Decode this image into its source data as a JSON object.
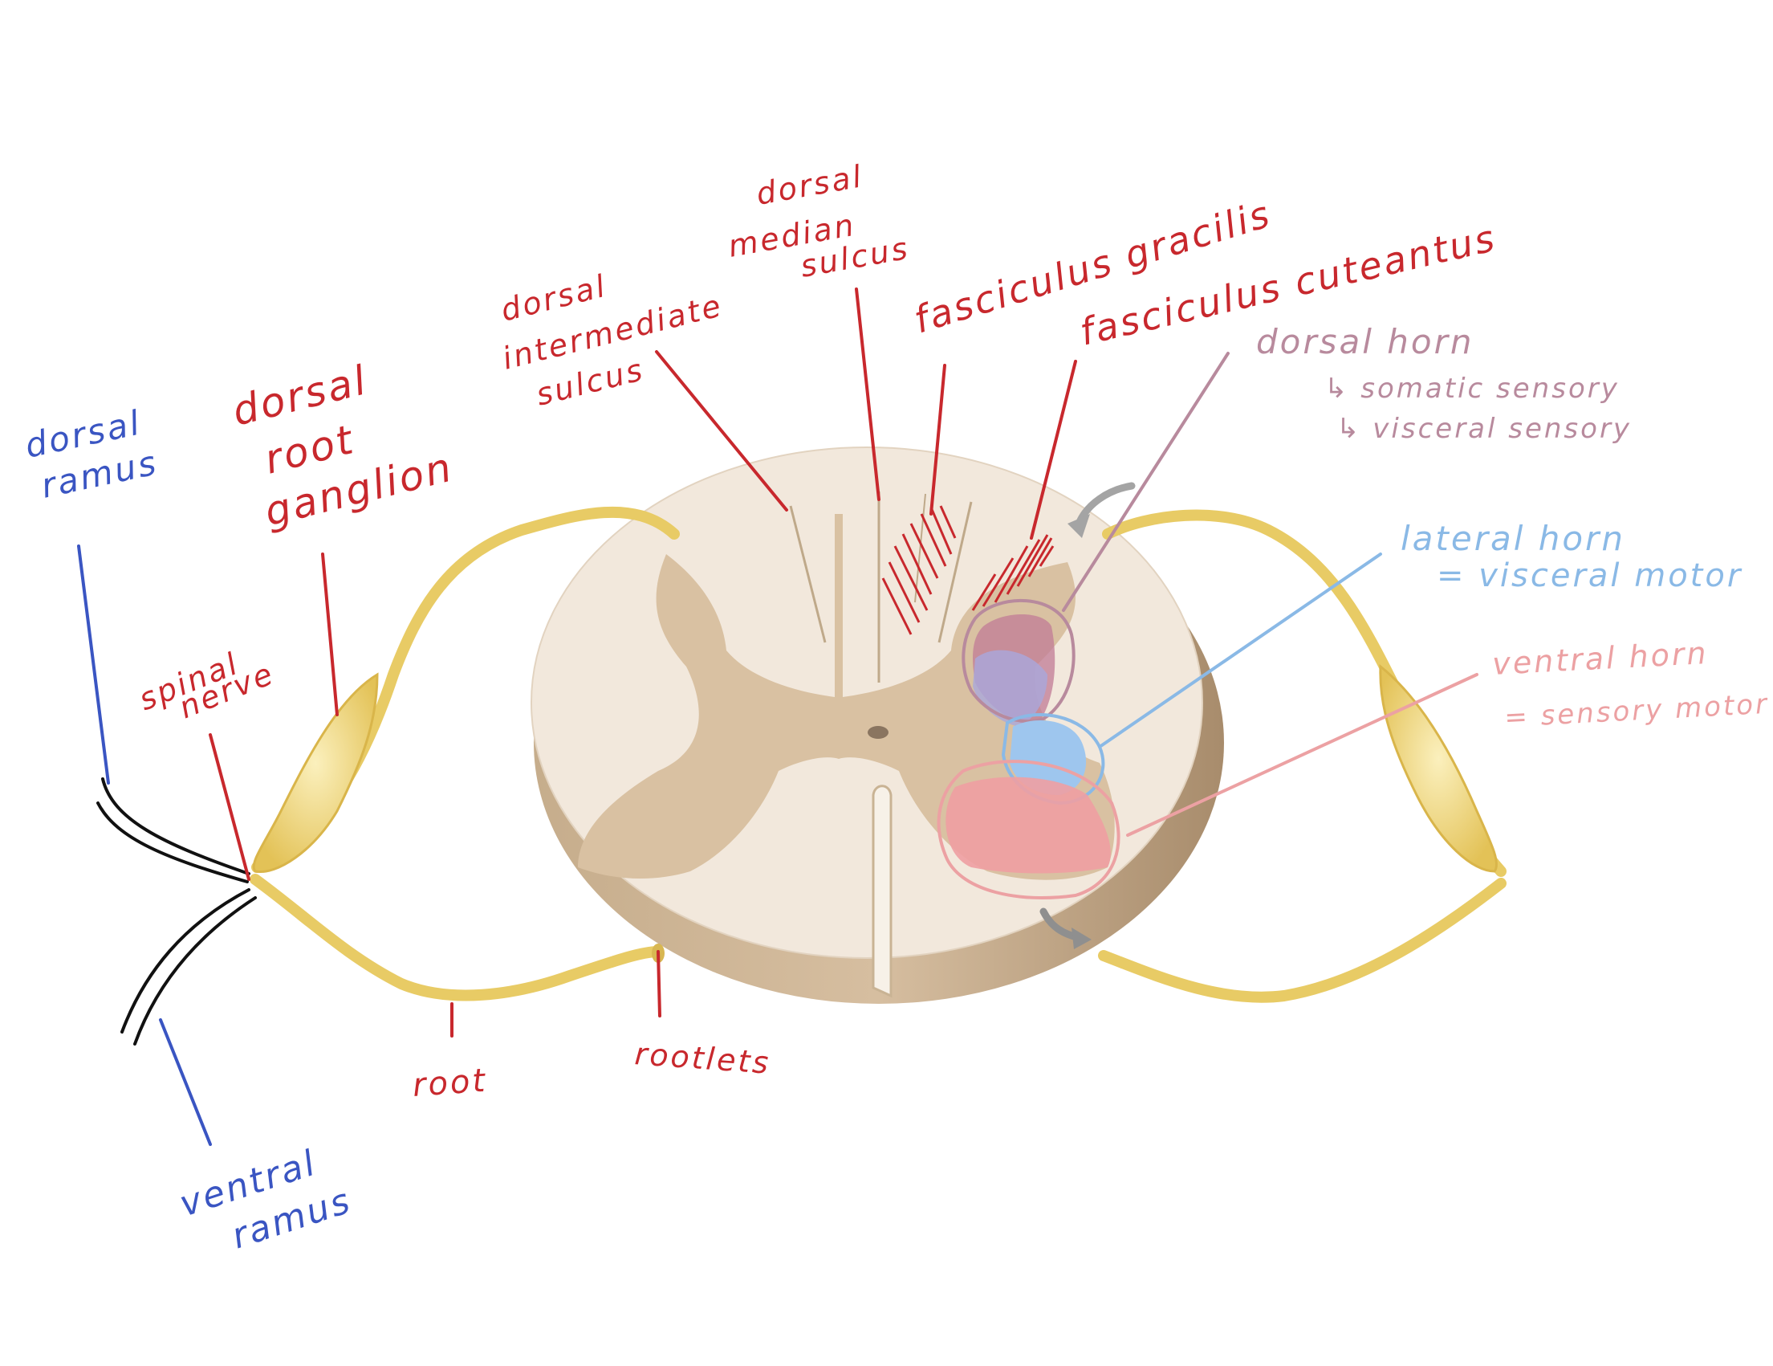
{
  "colors": {
    "red": "#c8282d",
    "blue": "#3a55c2",
    "mauve": "#b88a9d",
    "light_blue": "#8ab9e6",
    "pink": "#eca1a3",
    "nerve": "#eed271",
    "white_matter": "#f1e7da",
    "gray_matter": "#d8c0a0"
  },
  "labels": {
    "dorsal_ramus": [
      "dorsal",
      "ramus"
    ],
    "dorsal_root_ganglion": [
      "dorsal",
      "root",
      "ganglion"
    ],
    "spinal_nerve": [
      "spinal",
      "nerve"
    ],
    "dorsal_intermediate_sulcus": [
      "dorsal",
      "intermediate",
      "sulcus"
    ],
    "dorsal_median_sulcus": [
      "dorsal",
      "median",
      "sulcus"
    ],
    "fasciculus_gracilis": "fasciculus gracilis",
    "fasciculus_cuneatus": "fasciculus cuteantus",
    "dorsal_horn": {
      "title": "dorsal horn",
      "line1": "↳ somatic sensory",
      "line2": "↳ visceral sensory"
    },
    "lateral_horn": {
      "title": "lateral horn",
      "line1": "= visceral motor"
    },
    "ventral_horn": {
      "title": "ventral horn",
      "line1": "= sensory motor"
    },
    "root": "root",
    "rootlets": "rootlets",
    "ventral_ramus": [
      "ventral",
      "ramus"
    ]
  }
}
